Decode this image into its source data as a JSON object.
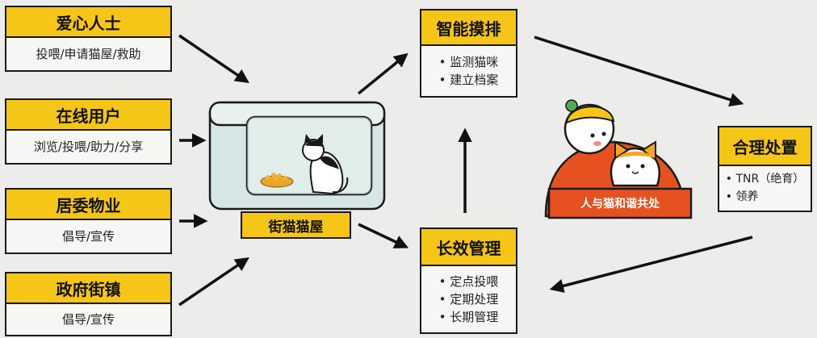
{
  "left_nodes": [
    {
      "title": "爱心人士",
      "desc": "投喂/申请猫屋/救助"
    },
    {
      "title": "在线用户",
      "desc": "浏览/投喂/助力/分享"
    },
    {
      "title": "居委物业",
      "desc": "倡导/宣传"
    },
    {
      "title": "政府街镇",
      "desc": "倡导/宣传"
    }
  ],
  "cat_house": {
    "label": "街猫猫屋"
  },
  "smart_node": {
    "title": "智能摸排",
    "items": [
      "监测猫咪",
      "建立档案"
    ]
  },
  "longterm_node": {
    "title": "长效管理",
    "items": [
      "定点投喂",
      "定期处理",
      "长期管理"
    ]
  },
  "disposal_node": {
    "title": "合理处置",
    "items": [
      "TNR（绝育）",
      "领养"
    ]
  },
  "harmony": {
    "label": "人与猫和谐共处"
  },
  "colors": {
    "accent": "#f5c518",
    "banner": "#e5521f",
    "background": "#ececea",
    "stroke": "#1a1a1a"
  }
}
